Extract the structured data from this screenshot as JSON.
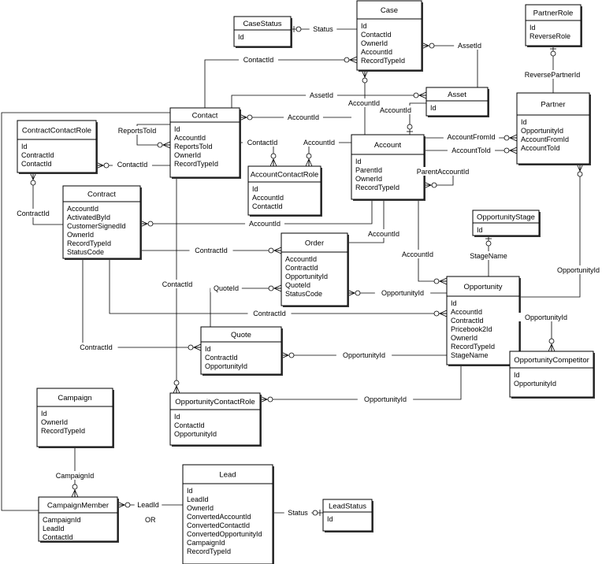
{
  "entities": {
    "CaseStatus": {
      "title": "CaseStatus",
      "fields": [
        "Id"
      ]
    },
    "Case": {
      "title": "Case",
      "fields": [
        "Id",
        "ContactId",
        "OwnerId",
        "AccountId",
        "RecordTypeId"
      ]
    },
    "PartnerRole": {
      "title": "PartnerRole",
      "fields": [
        "Id",
        "ReverseRole"
      ]
    },
    "Asset": {
      "title": "Asset",
      "fields": [
        "Id"
      ]
    },
    "Partner": {
      "title": "Partner",
      "fields": [
        "Id",
        "OpportunityId",
        "AccountFromId",
        "AccountToId"
      ]
    },
    "Contact": {
      "title": "Contact",
      "fields": [
        "Id",
        "AccountId",
        "ReportsToId",
        "OwnerId",
        "RecordTypeId"
      ]
    },
    "ContractContactRole": {
      "title": "ContractContactRole",
      "fields": [
        "Id",
        "ContractId",
        "ContactId"
      ]
    },
    "Account": {
      "title": "Account",
      "fields": [
        "Id",
        "ParentId",
        "OwnerId",
        "RecordTypeId"
      ]
    },
    "AccountContactRole": {
      "title": "AccountContactRole",
      "fields": [
        "Id",
        "AccountId",
        "ContactId"
      ]
    },
    "Contract": {
      "title": "Contract",
      "fields": [
        "AccountId",
        "ActivatedById",
        "CustomerSignedId",
        "OwnerId",
        "RecordTypeId",
        "StatusCode"
      ]
    },
    "OpportunityStage": {
      "title": "OpportunityStage",
      "fields": [
        "Id"
      ]
    },
    "Order": {
      "title": "Order",
      "fields": [
        "AccountId",
        "ContractId",
        "OpportunityId",
        "QuoteId",
        "StatusCode"
      ]
    },
    "Opportunity": {
      "title": "Opportunity",
      "fields": [
        "Id",
        "AccountId",
        "ContractId",
        "Pricebook2Id",
        "OwnerId",
        "RecordTypeId",
        "StageName"
      ]
    },
    "Quote": {
      "title": "Quote",
      "fields": [
        "Id",
        "ContractId",
        "OpportunityId"
      ]
    },
    "OpportunityCompetitor": {
      "title": "OpportunityCompetitor",
      "fields": [
        "Id",
        "OpportunityId"
      ]
    },
    "OpportunityContactRole": {
      "title": "OpportunityContactRole",
      "fields": [
        "Id",
        "ContactId",
        "OpportunityId"
      ]
    },
    "Campaign": {
      "title": "Campaign",
      "fields": [
        "Id",
        "OwnerId",
        "RecordTypeId"
      ]
    },
    "Lead": {
      "title": "Lead",
      "fields": [
        "Id",
        "LeadId",
        "OwnerId",
        "ConvertedAccountId",
        "ConvertedContactId",
        "ConvertedOpportunityId",
        "CampaignId",
        "RecordTypeId"
      ]
    },
    "CampaignMember": {
      "title": "CampaignMember",
      "fields": [
        "CampaignId",
        "LeadId",
        "ContactId"
      ]
    },
    "LeadStatus": {
      "title": "LeadStatus",
      "fields": [
        "Id"
      ]
    }
  },
  "relationships": [
    {
      "id": "case-status",
      "label": "Status"
    },
    {
      "id": "case-contact",
      "label": "ContactId"
    },
    {
      "id": "case-account",
      "label": "AccountId"
    },
    {
      "id": "case-asset",
      "label": "AssetId"
    },
    {
      "id": "asset-contact",
      "label": "AssetId"
    },
    {
      "id": "asset-account",
      "label": "AccountId"
    },
    {
      "id": "partner-partnerrole",
      "label": "ReversePartnerId"
    },
    {
      "id": "partner-accountfrom",
      "label": "AccountFromId"
    },
    {
      "id": "partner-accountto",
      "label": "AccountToId"
    },
    {
      "id": "partner-opportunity",
      "label": "OpportunityId"
    },
    {
      "id": "contact-reportsto",
      "label": "ReportsToId"
    },
    {
      "id": "contact-account",
      "label": "AccountId"
    },
    {
      "id": "ccr-contact",
      "label": "ContactId"
    },
    {
      "id": "ccr-contract",
      "label": "ContractId"
    },
    {
      "id": "acr-contact",
      "label": "ContactId"
    },
    {
      "id": "acr-account",
      "label": "AccountId"
    },
    {
      "id": "account-parent",
      "label": "ParentAccountId"
    },
    {
      "id": "contract-account",
      "label": "AccountId"
    },
    {
      "id": "order-account",
      "label": "AccountId"
    },
    {
      "id": "order-contract",
      "label": "ContractId"
    },
    {
      "id": "order-quote",
      "label": "QuoteId"
    },
    {
      "id": "order-opportunity",
      "label": "OpportunityId"
    },
    {
      "id": "opp-account",
      "label": "AccountId"
    },
    {
      "id": "opp-stage",
      "label": "StageName"
    },
    {
      "id": "opp-contract",
      "label": "ContractId"
    },
    {
      "id": "quote-contract",
      "label": "ContractId"
    },
    {
      "id": "quote-opportunity",
      "label": "OpportunityId"
    },
    {
      "id": "oc-opportunity",
      "label": "OpportunityId"
    },
    {
      "id": "ocr-contact",
      "label": "ContactId"
    },
    {
      "id": "ocr-opportunity",
      "label": "OpportunityId"
    },
    {
      "id": "cm-campaign",
      "label": "CampaignId"
    },
    {
      "id": "cm-lead",
      "label": "LeadId"
    },
    {
      "id": "cm-contact",
      "label": ""
    },
    {
      "id": "lead-status",
      "label": "Status"
    }
  ],
  "notes": {
    "or_label": "OR"
  }
}
